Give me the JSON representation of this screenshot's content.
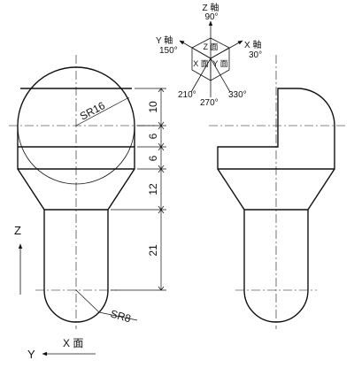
{
  "axes_gizmo": {
    "z_label": "Z 軸",
    "z_angle": "90°",
    "y_label": "Y 軸",
    "y_angle": "150°",
    "x_label": "X 軸",
    "x_angle": "30°",
    "z_face": "Z 面",
    "x_face": "X 面",
    "y_face": "Y 面",
    "angle_210": "210°",
    "angle_270": "270°",
    "angle_330": "330°"
  },
  "dimensions": {
    "sphere_radius": "SR16",
    "end_radius": "SR8",
    "d1": "10",
    "d2": "6",
    "d3": "6",
    "d4": "12",
    "d5": "21"
  },
  "view_axes": {
    "z_label": "Z",
    "y_label": "Y",
    "face_label": "X 面"
  }
}
